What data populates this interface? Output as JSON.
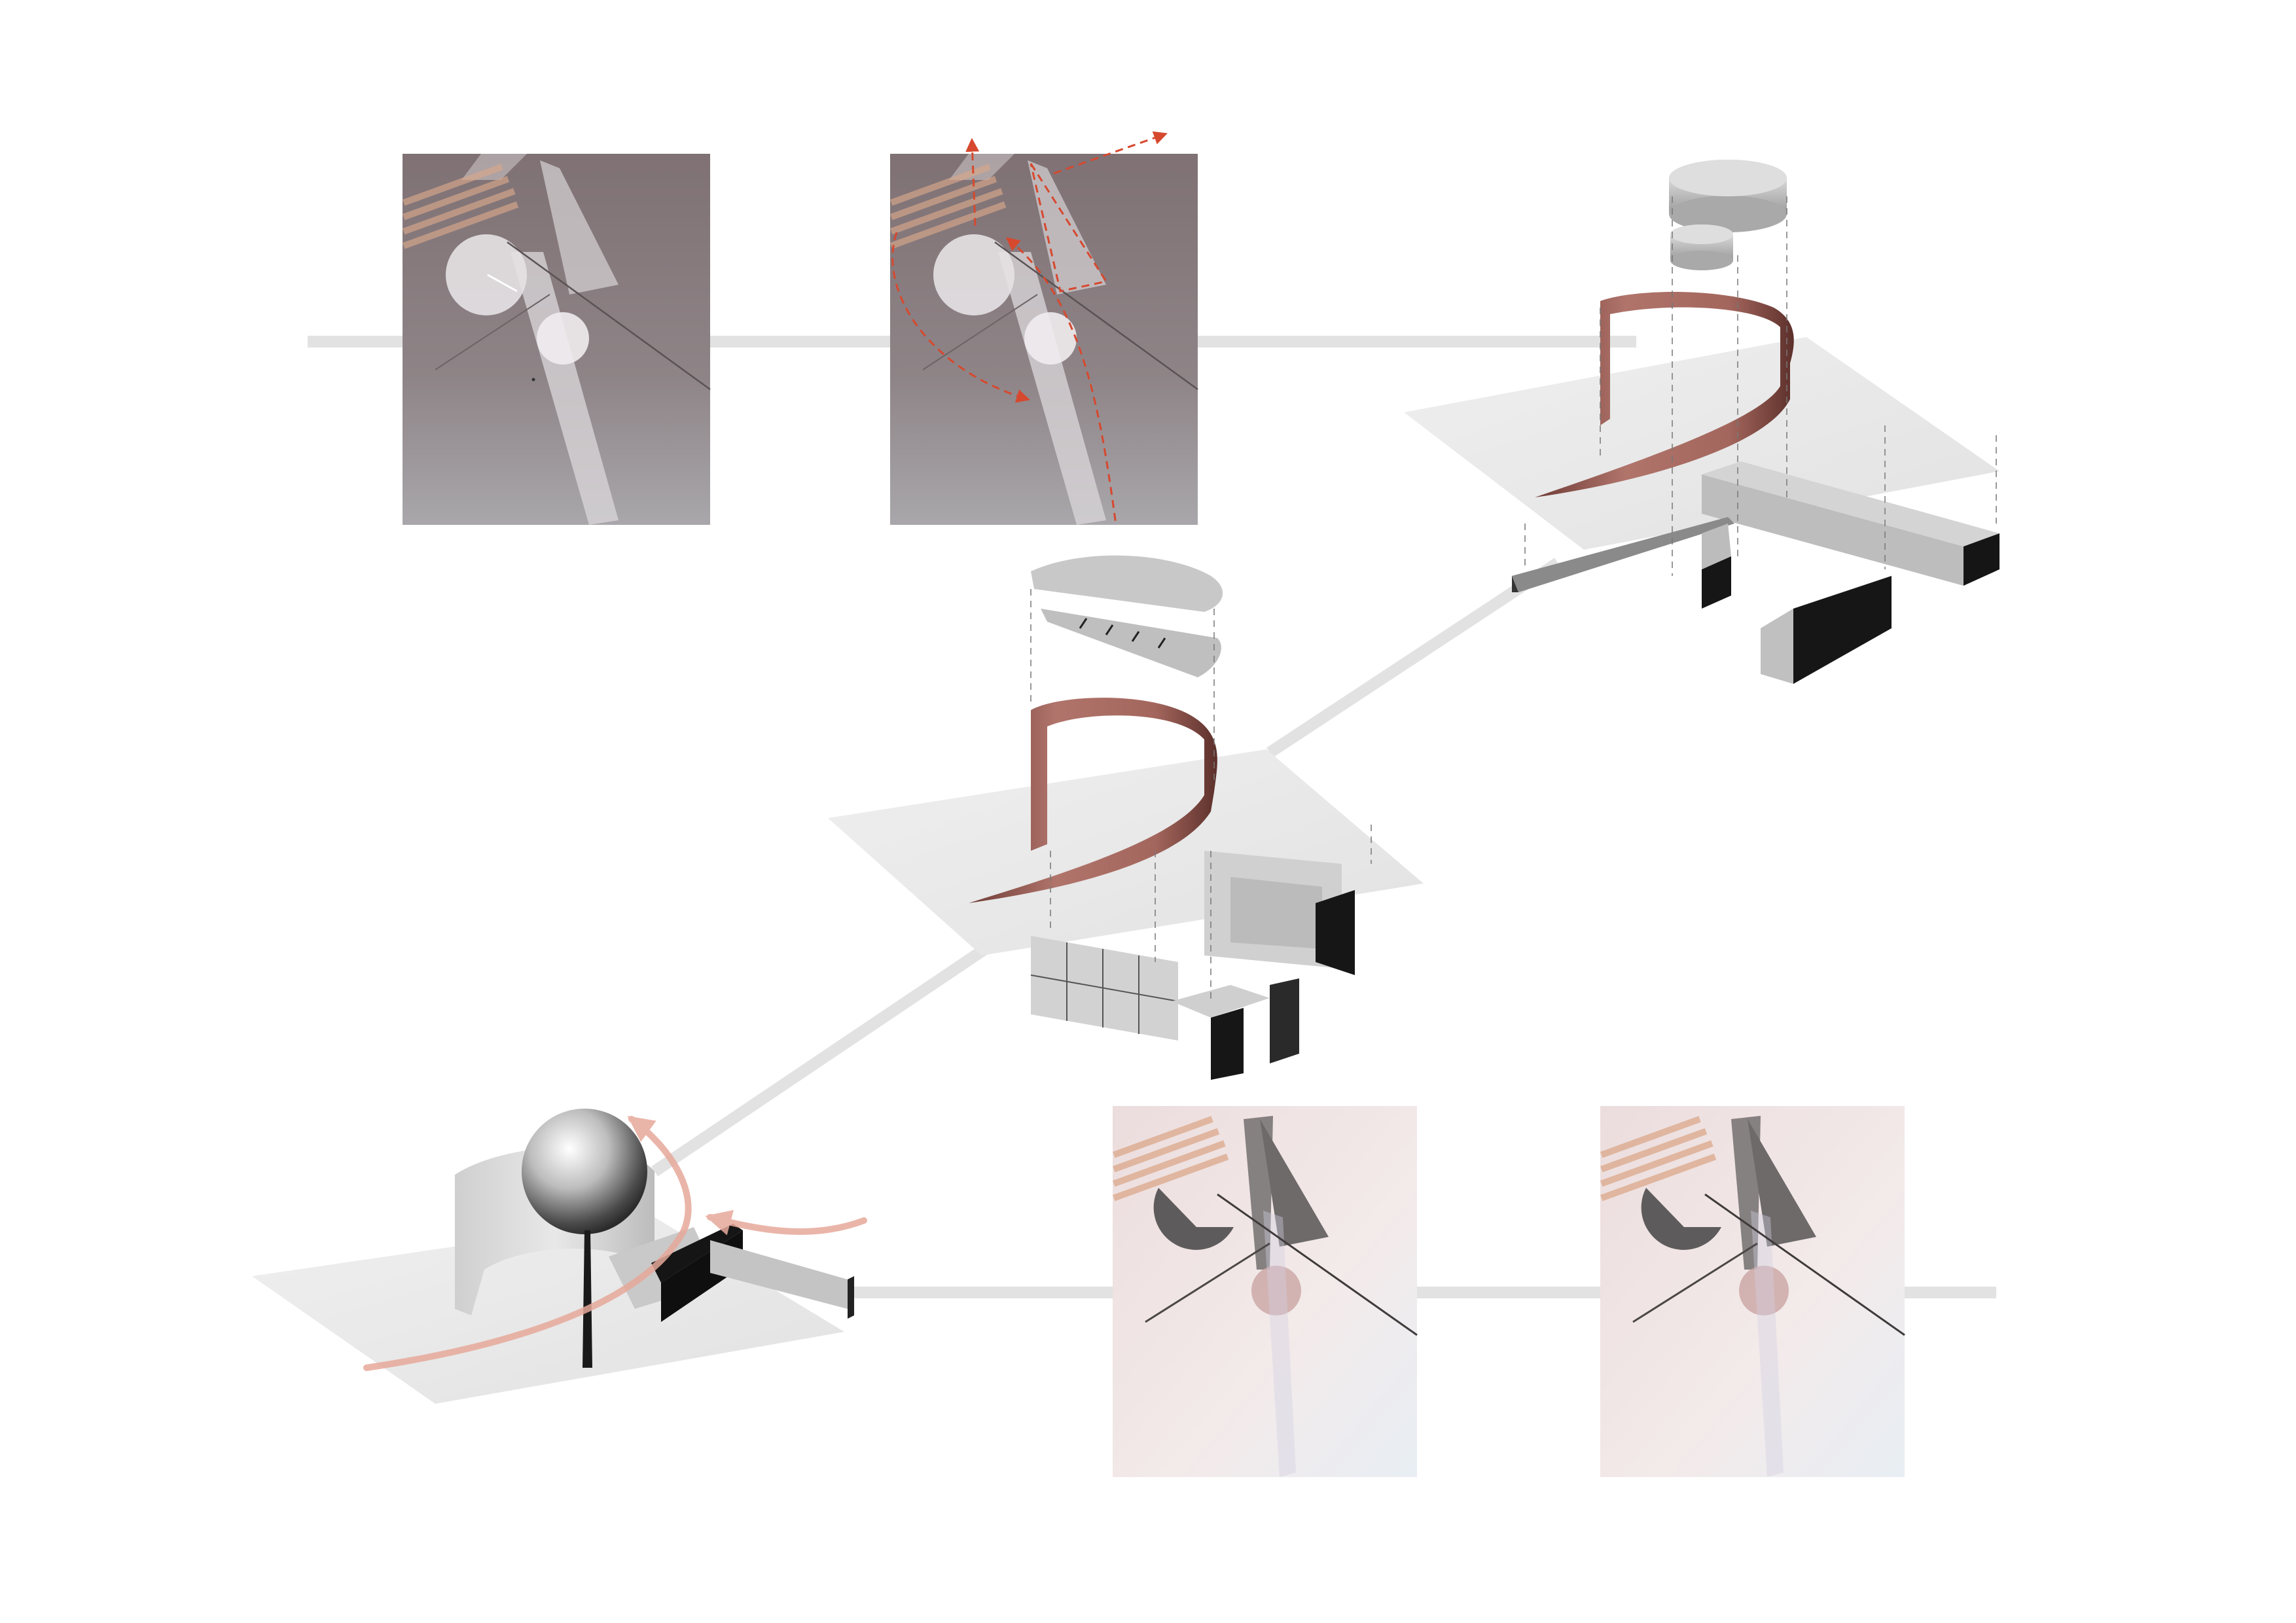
{
  "page": {
    "background": "#ffffff"
  },
  "palette": {
    "connector": "#e4e4e4",
    "plane": "#e9e9e9",
    "plane_edge": "#d9d9d9",
    "wall_red": "#a86b63",
    "wall_red_dark": "#6f3c36",
    "box_light": "#d8d8d8",
    "box_mid": "#b9b9b9",
    "box_dark": "#161616",
    "arrow_pink": "#e7a99b",
    "arrow_red": "#d6492f",
    "painting_dark_bg": "#8c7f82",
    "painting_light_bg": "#efe4e4"
  },
  "diagram": {
    "nodes": [
      {
        "id": "painting-original-1",
        "kind": "painting",
        "tone": "dark"
      },
      {
        "id": "painting-analysis-2",
        "kind": "painting",
        "tone": "dark",
        "annotated": true
      },
      {
        "id": "model-exploded-top-right",
        "kind": "axonometric",
        "wall": "red"
      },
      {
        "id": "model-exploded-middle",
        "kind": "axonometric",
        "wall": "red"
      },
      {
        "id": "model-sphere-bottom-left",
        "kind": "axonometric",
        "wall": "grey"
      },
      {
        "id": "painting-reinterpreted-1",
        "kind": "painting",
        "tone": "light"
      },
      {
        "id": "painting-reinterpreted-2",
        "kind": "painting",
        "tone": "light"
      }
    ],
    "connectors": [
      {
        "from": "painting-original-1",
        "to": "model-exploded-top-right",
        "style": "horizontal"
      },
      {
        "from": "model-sphere-bottom-left",
        "to": "model-exploded-middle",
        "style": "diagonal"
      },
      {
        "from": "model-exploded-middle",
        "to": "model-exploded-top-right",
        "style": "diagonal"
      },
      {
        "from": "model-sphere-bottom-left",
        "to": "painting-reinterpreted-2",
        "style": "horizontal"
      }
    ]
  }
}
